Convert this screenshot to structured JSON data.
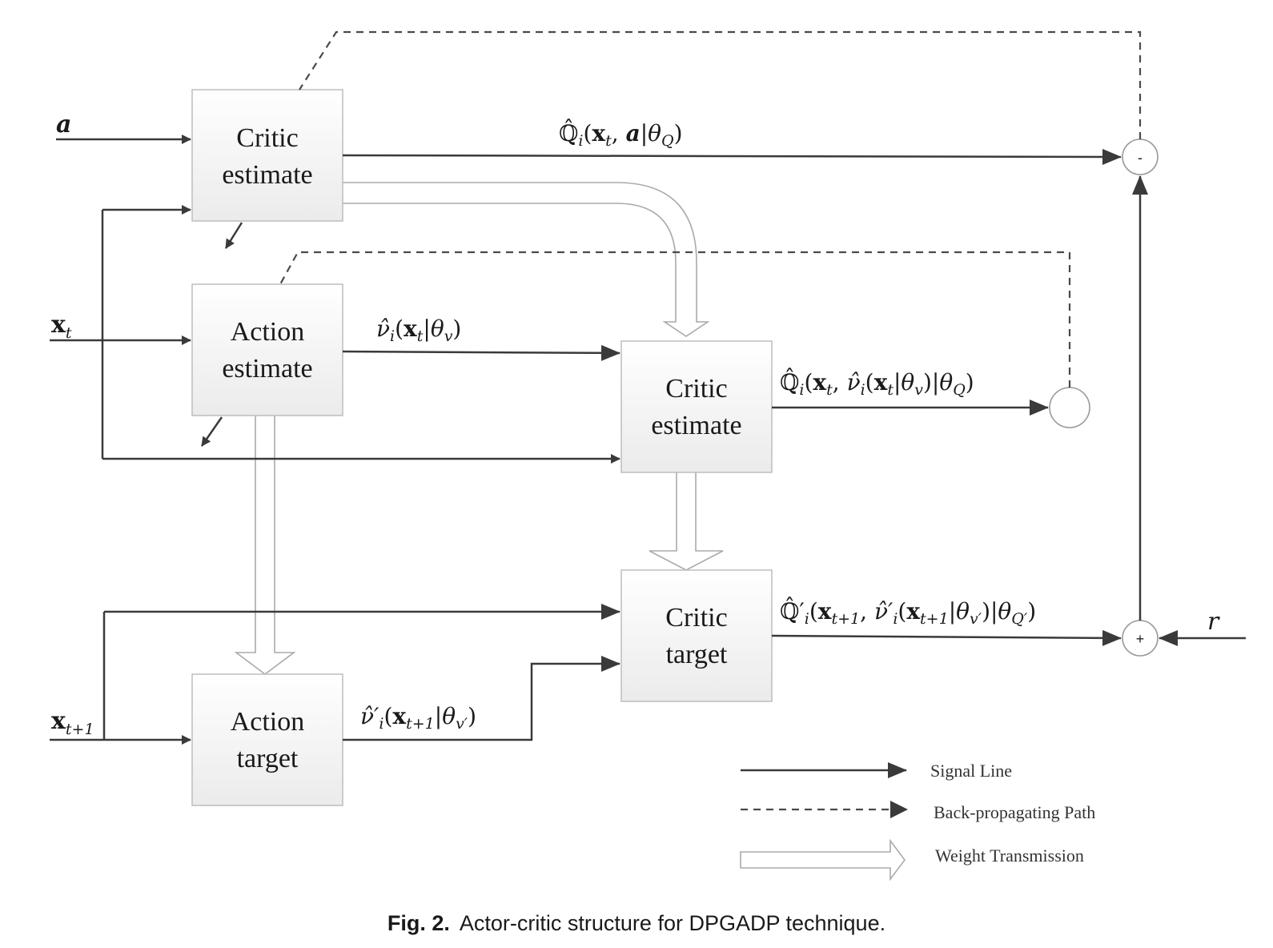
{
  "boxes": {
    "critic_estimate_top": {
      "line1": "Critic",
      "line2": "estimate"
    },
    "action_estimate": {
      "line1": "Action",
      "line2": "estimate"
    },
    "critic_estimate_mid": {
      "line1": "Critic",
      "line2": "estimate"
    },
    "critic_target": {
      "line1": "Critic",
      "line2": "target"
    },
    "action_target": {
      "line1": "Action",
      "line2": "target"
    }
  },
  "inputs": {
    "a": "a",
    "x": "x",
    "t": "t",
    "t_plus_1": "t+1",
    "r": "r"
  },
  "signals": {
    "q_est": {
      "head": "ℚ̂",
      "sub": "i",
      "open": "(",
      "x": "x",
      "xsub": "t",
      "comma": ", ",
      "a": "a",
      "bar": "|θ",
      "theta_sub": "Q",
      "close": ")"
    },
    "v_est": {
      "head": "ν̂",
      "sub": "i",
      "open": "(",
      "x": "x",
      "xsub": "t",
      "bar": "|θ",
      "theta_sub": "v",
      "close": ")"
    },
    "q_est_mid": {
      "head": "ℚ̂",
      "sub": "i",
      "open": "(",
      "x": "x",
      "xsub": "t",
      "comma": ", ",
      "v": "ν̂",
      "vsub": "i",
      "inner_open": "(",
      "x2": "x",
      "x2sub": "t",
      "bar1": "|θ",
      "theta1_sub": "v",
      "inner_close": ")",
      "bar2": "|θ",
      "theta2_sub": "Q",
      "close": ")"
    },
    "q_target": {
      "head": "ℚ̂′",
      "sub": "i",
      "open": "(",
      "x": "x",
      "xsub": "t+1",
      "comma": ", ",
      "v": "ν̂′",
      "vsub": "i",
      "inner_open": "(",
      "x2": "x",
      "x2sub": "t+1",
      "bar1": "|θ",
      "theta1_sub": "v′",
      "inner_close": ")",
      "bar2": "|θ",
      "theta2_sub": "Q′",
      "close": ")"
    },
    "v_target": {
      "head": "ν̂′",
      "sub": "i",
      "open": "(",
      "x": "x",
      "xsub": "t+1",
      "bar": "|θ",
      "theta_sub": "v′",
      "close": ")"
    }
  },
  "summers": {
    "minus": "-",
    "plus": "+"
  },
  "legend": {
    "signal": "Signal Line",
    "backprop": "Back-propagating Path",
    "weight": "Weight Transmission"
  },
  "caption": {
    "label": "Fig. 2.",
    "text": "Actor-critic structure for DPGADP technique."
  },
  "colors": {
    "line": "#3a3a3a",
    "box_fill_top": "#ffffff",
    "box_fill_bottom": "#ececec",
    "box_stroke": "#bdbdbd"
  }
}
